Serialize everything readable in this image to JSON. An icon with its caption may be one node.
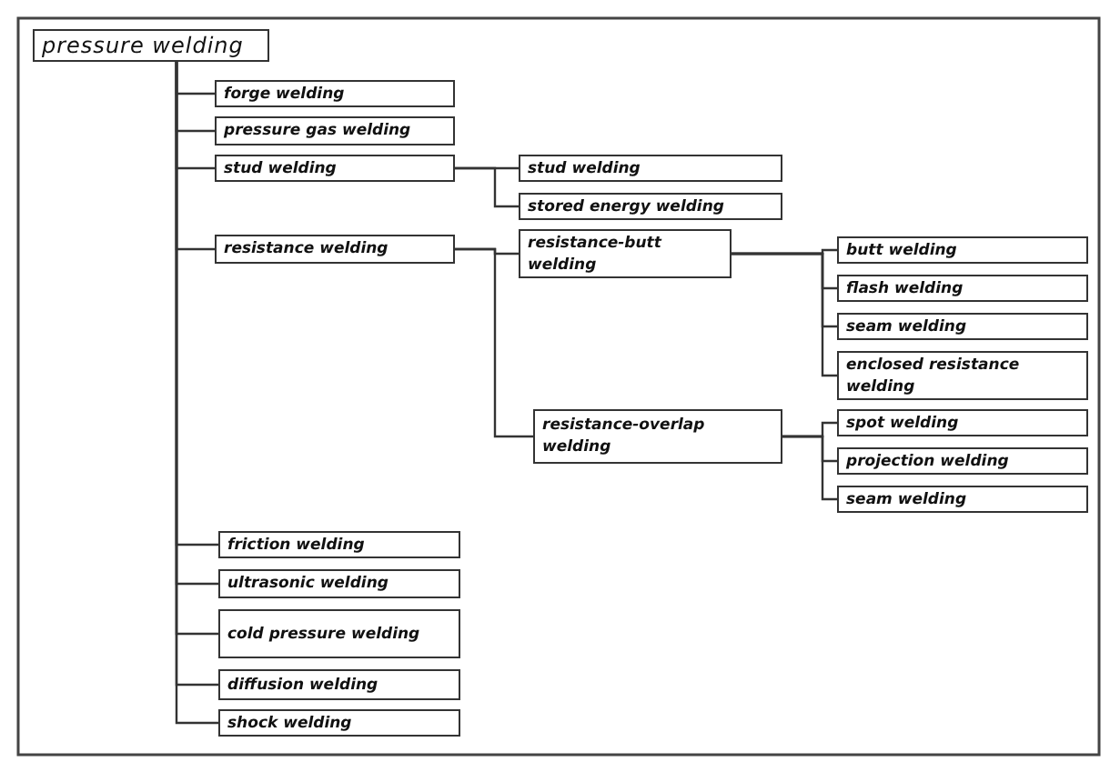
{
  "diagram": {
    "nodes": [
      {
        "text": [
          "pressure welding"
        ]
      },
      {
        "text": [
          "forge welding"
        ]
      },
      {
        "text": [
          "pressure gas welding"
        ]
      },
      {
        "text": [
          "stud welding"
        ]
      },
      {
        "text": [
          "stud welding"
        ]
      },
      {
        "text": [
          "stored energy welding"
        ]
      },
      {
        "text": [
          "resistance welding"
        ]
      },
      {
        "text": [
          "resistance-butt welding"
        ]
      },
      {
        "text": [
          "butt welding"
        ]
      },
      {
        "text": [
          "flash welding"
        ]
      },
      {
        "text": [
          "seam welding"
        ]
      },
      {
        "text": [
          "enclosed resistance welding"
        ]
      },
      {
        "text": [
          "resistance-overlap welding"
        ]
      },
      {
        "text": [
          "spot welding"
        ]
      },
      {
        "text": [
          "projection welding"
        ]
      },
      {
        "text": [
          "seam welding"
        ]
      },
      {
        "text": [
          "friction welding"
        ]
      },
      {
        "text": [
          "ultrasonic welding"
        ]
      },
      {
        "text": [
          "cold pressure welding"
        ]
      },
      {
        "text": [
          "diffusion welding"
        ]
      },
      {
        "text": [
          "shock welding"
        ]
      }
    ],
    "edges": [
      {
        "from": 0,
        "to": 1,
        "arrow": "none"
      },
      {
        "from": 0,
        "to": 2,
        "arrow": "none"
      },
      {
        "from": 0,
        "to": 3,
        "arrow": "none"
      },
      {
        "from": 3,
        "to": 4,
        "arrow": "none"
      },
      {
        "from": 3,
        "to": 5,
        "arrow": "none"
      },
      {
        "from": 0,
        "to": 6,
        "arrow": "none"
      },
      {
        "from": 6,
        "to": 7,
        "arrow": "none"
      },
      {
        "from": 7,
        "to": 8,
        "arrow": "none"
      },
      {
        "from": 7,
        "to": 9,
        "arrow": "none"
      },
      {
        "from": 7,
        "to": 10,
        "arrow": "none"
      },
      {
        "from": 7,
        "to": 11,
        "arrow": "none"
      },
      {
        "from": 6,
        "to": 12,
        "arrow": "none"
      },
      {
        "from": 12,
        "to": 13,
        "arrow": "none"
      },
      {
        "from": 12,
        "to": 14,
        "arrow": "none"
      },
      {
        "from": 12,
        "to": 15,
        "arrow": "none"
      },
      {
        "from": 0,
        "to": 16,
        "arrow": "none"
      },
      {
        "from": 0,
        "to": 17,
        "arrow": "none"
      },
      {
        "from": 0,
        "to": 18,
        "arrow": "none"
      },
      {
        "from": 0,
        "to": 19,
        "arrow": "none"
      },
      {
        "from": 0,
        "to": 20,
        "arrow": "none"
      }
    ]
  }
}
